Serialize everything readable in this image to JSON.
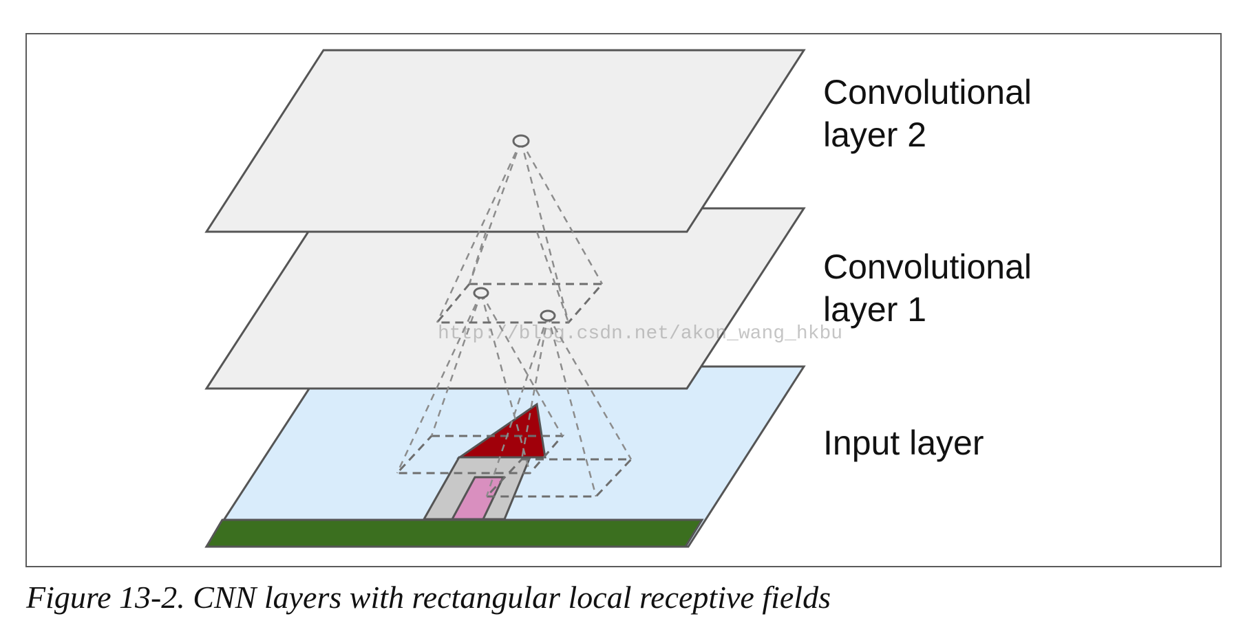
{
  "labels": {
    "conv2_line1": "Convolutional",
    "conv2_line2": "layer 2",
    "conv1_line1": "Convolutional",
    "conv1_line2": "layer 1",
    "input": "Input layer"
  },
  "caption": "Figure 13-2. CNN layers with rectangular local receptive fields",
  "watermark": "http://blog.csdn.net/akon_wang_hkbu",
  "colors": {
    "conv_layer_fill": "#efefef",
    "input_layer_fill": "#d9ecfb",
    "grass": "#3b6f1f",
    "roof": "#a0000a",
    "house_wall": "#c8c8c8",
    "door": "#d98fbf",
    "outline": "#555555",
    "dashed": "#7a7a7a"
  }
}
